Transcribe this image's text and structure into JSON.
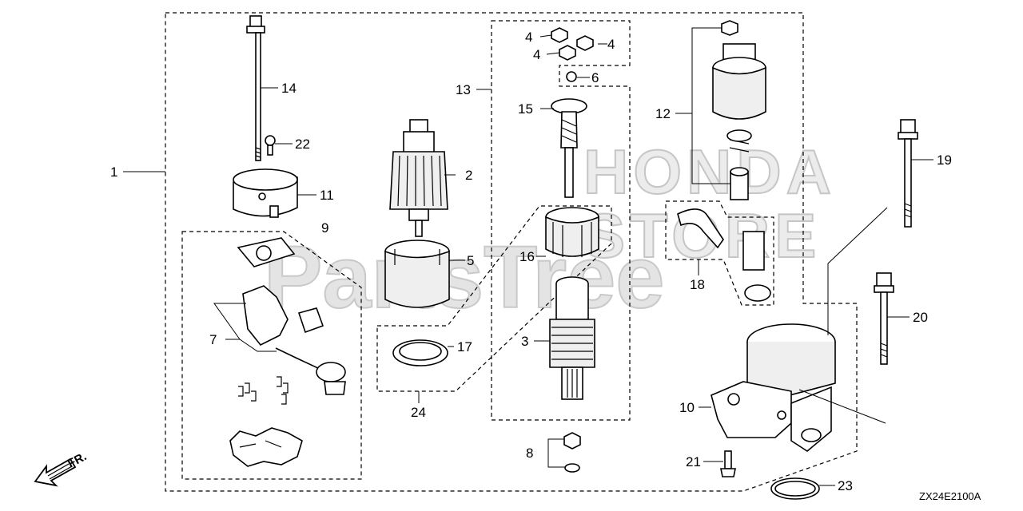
{
  "watermark": {
    "primary": "PartsTree",
    "secondary_line1": "HONDA",
    "secondary_line2": "STORE"
  },
  "callouts": [
    "1",
    "2",
    "3",
    "4",
    "4",
    "4",
    "5",
    "6",
    "7",
    "8",
    "9",
    "10",
    "11",
    "12",
    "13",
    "14",
    "15",
    "16",
    "17",
    "18",
    "19",
    "20",
    "21",
    "22",
    "23",
    "24"
  ],
  "direction_label": "FR.",
  "diagram_code": "ZX24E2100A"
}
